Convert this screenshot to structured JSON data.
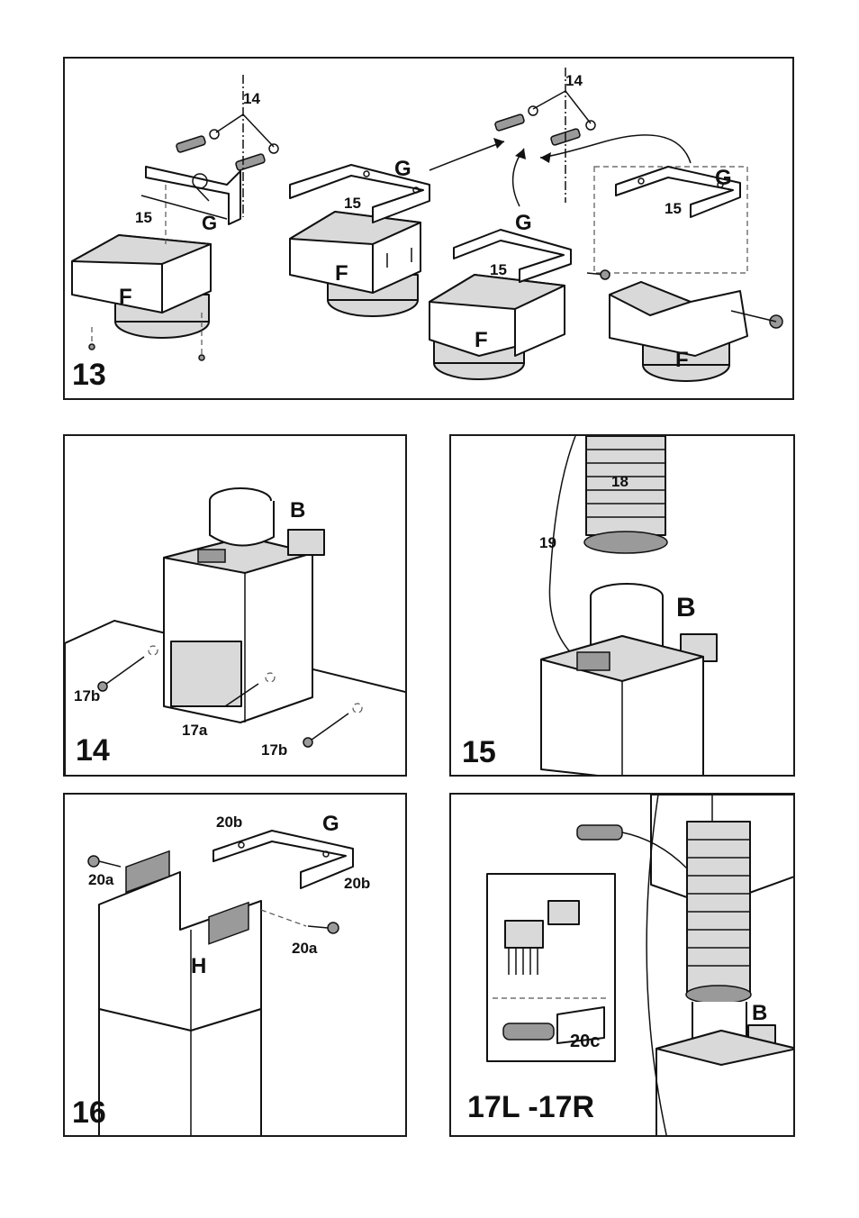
{
  "panels": {
    "p13": {
      "step": "13",
      "labels": {
        "a14": "14",
        "a15": "15",
        "aG": "G",
        "aF": "F",
        "b15": "15",
        "bG": "G",
        "bF": "F",
        "c15": "15",
        "cG": "G",
        "cF": "F",
        "d14": "14",
        "d15": "15",
        "dG": "G",
        "dF": "F"
      }
    },
    "p14": {
      "step": "14",
      "labels": {
        "B": "B",
        "s17b_left": "17b",
        "s17a": "17a",
        "s17b_right": "17b"
      }
    },
    "p15": {
      "step": "15",
      "labels": {
        "n18": "18",
        "n19": "19",
        "B": "B"
      }
    },
    "p16": {
      "step": "16",
      "labels": {
        "s20b_top": "20b",
        "G": "G",
        "s20b_right": "20b",
        "s20a_left": "20a",
        "s20a_right": "20a",
        "H": "H"
      }
    },
    "p17": {
      "step": "17L -17R",
      "labels": {
        "B": "B",
        "s20c": "20c"
      }
    }
  }
}
